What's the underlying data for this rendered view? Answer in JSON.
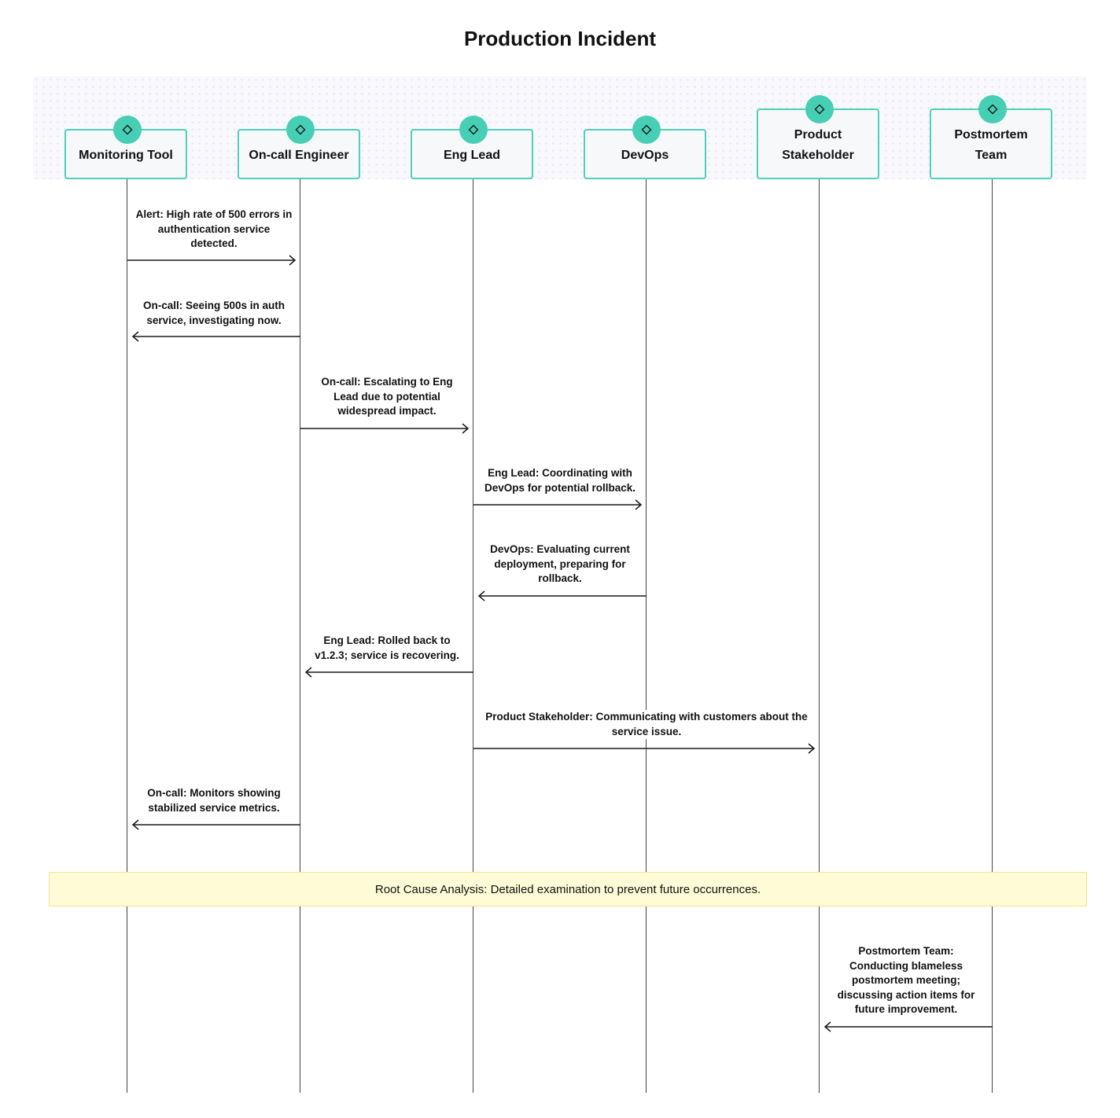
{
  "title": "Production Incident",
  "colors": {
    "actor_accent": "#47cfb5",
    "actor_border": "#4fd1b8",
    "note_bg": "#fffbd6",
    "line": "#444444"
  },
  "actors": [
    {
      "id": "monitoring",
      "label": "Monitoring Tool",
      "icon": "diamond-icon"
    },
    {
      "id": "oncall",
      "label": "On-call Engineer",
      "icon": "diamond-icon"
    },
    {
      "id": "englead",
      "label": "Eng Lead",
      "icon": "diamond-icon"
    },
    {
      "id": "devops",
      "label": "DevOps",
      "icon": "diamond-icon"
    },
    {
      "id": "product",
      "label": "Product Stakeholder",
      "icon": "diamond-icon"
    },
    {
      "id": "postmortem",
      "label": "Postmortem Team",
      "icon": "diamond-icon"
    }
  ],
  "messages": [
    {
      "from": "monitoring",
      "to": "oncall",
      "text": "Alert: High rate of 500 errors in authentication service detected."
    },
    {
      "from": "oncall",
      "to": "monitoring",
      "text": "On-call: Seeing 500s in auth service, investigating now."
    },
    {
      "from": "oncall",
      "to": "englead",
      "text": "On-call: Escalating to Eng Lead due to potential widespread impact."
    },
    {
      "from": "englead",
      "to": "devops",
      "text": "Eng Lead: Coordinating with DevOps for potential rollback."
    },
    {
      "from": "devops",
      "to": "englead",
      "text": "DevOps: Evaluating current deployment, preparing for rollback."
    },
    {
      "from": "englead",
      "to": "oncall",
      "text": "Eng Lead: Rolled back to v1.2.3; service is recovering."
    },
    {
      "from": "englead",
      "to": "product",
      "text": "Product Stakeholder: Communicating with customers about the service issue."
    },
    {
      "from": "oncall",
      "to": "monitoring",
      "text": "On-call: Monitors showing stabilized service metrics."
    },
    {
      "from": "postmortem",
      "to": "product",
      "text": "Postmortem Team: Conducting blameless postmortem meeting; discussing action items for future improvement."
    }
  ],
  "note": {
    "text": "Root Cause Analysis: Detailed examination to prevent future occurrences."
  }
}
